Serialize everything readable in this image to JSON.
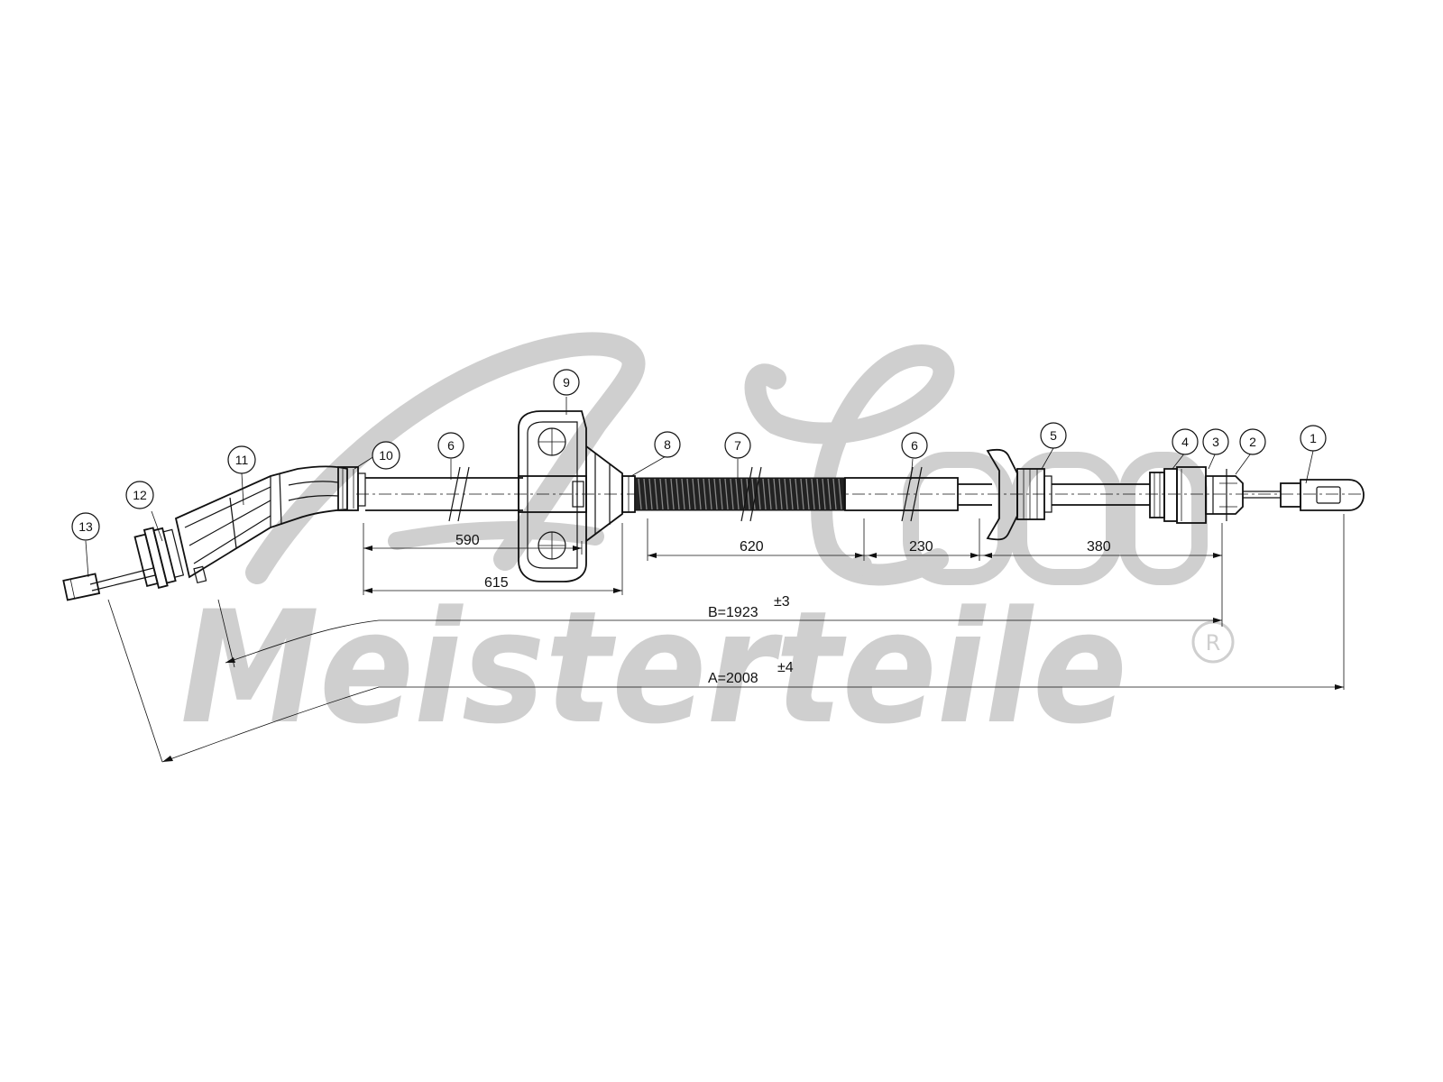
{
  "watermark": {
    "brand_text": "Meisterteile",
    "registered_mark": "R",
    "color": "#cfcfcf"
  },
  "dimensions": {
    "d590": "590",
    "d615": "615",
    "d620": "620",
    "d230": "230",
    "d380": "380",
    "b_label": "B=1923",
    "b_tolerance": "±3",
    "a_label": "A=2008",
    "a_tolerance": "±4"
  },
  "callouts": [
    {
      "id": "1",
      "label": "1"
    },
    {
      "id": "2",
      "label": "2"
    },
    {
      "id": "3",
      "label": "3"
    },
    {
      "id": "4",
      "label": "4"
    },
    {
      "id": "5",
      "label": "5"
    },
    {
      "id": "6a",
      "label": "6"
    },
    {
      "id": "6b",
      "label": "6"
    },
    {
      "id": "7",
      "label": "7"
    },
    {
      "id": "8",
      "label": "8"
    },
    {
      "id": "9",
      "label": "9"
    },
    {
      "id": "10",
      "label": "10"
    },
    {
      "id": "11",
      "label": "11"
    },
    {
      "id": "12",
      "label": "12"
    },
    {
      "id": "13",
      "label": "13"
    }
  ],
  "colors": {
    "line": "#111111",
    "watermark": "#cfcfcf",
    "background": "#ffffff"
  }
}
